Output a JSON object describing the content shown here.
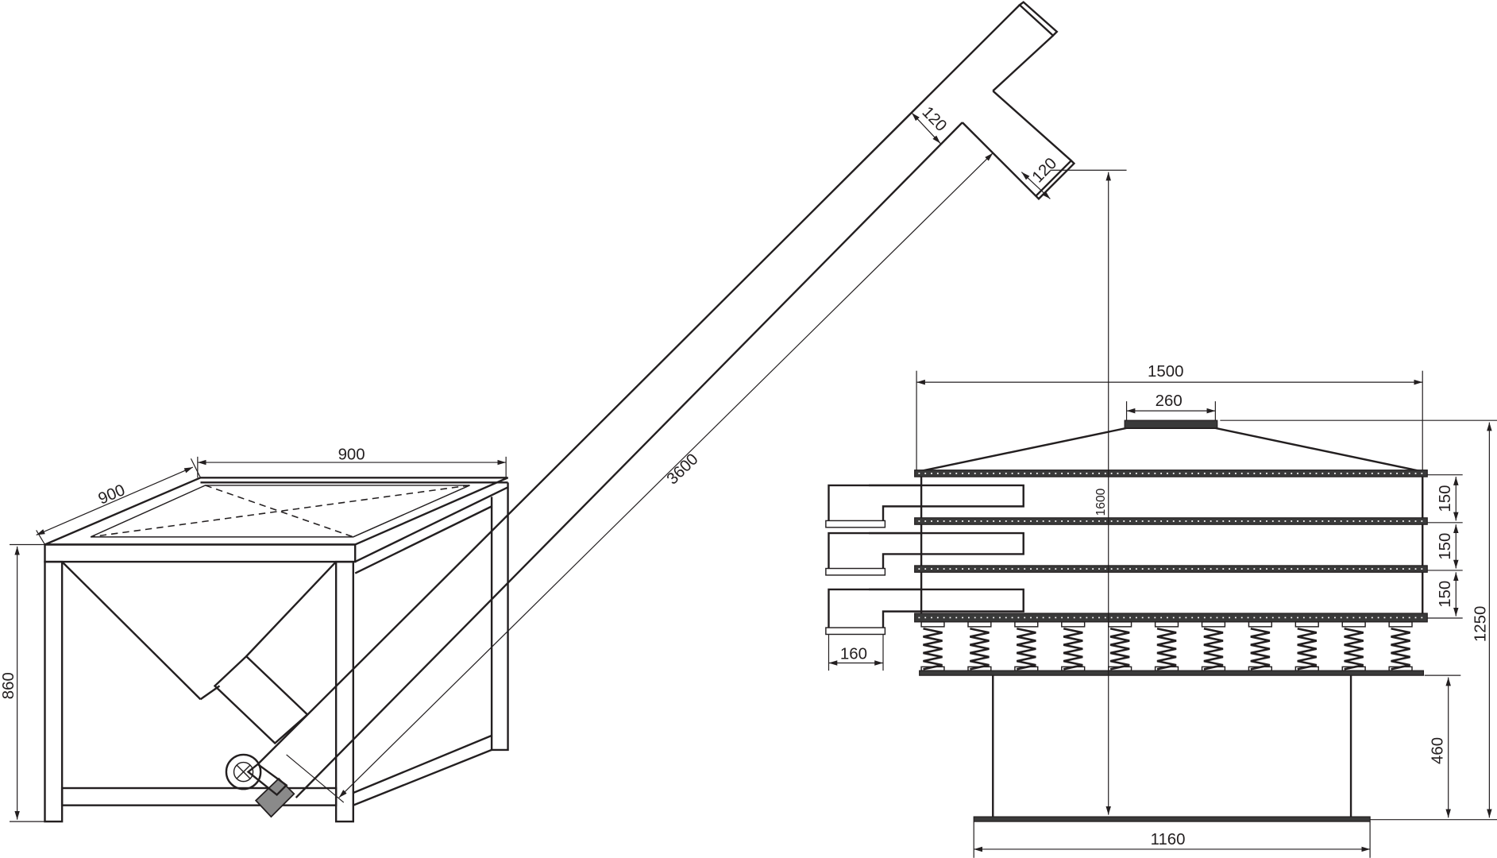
{
  "drawing": {
    "title": "Screw conveyor with hopper feeding vibrating sieve",
    "hopper": {
      "width_label": "900",
      "depth_label": "900",
      "height_label": "860"
    },
    "conveyor": {
      "length_label": "3600",
      "tube_diameter_label": "120",
      "outlet_diameter_label": "120"
    },
    "sieve": {
      "diameter_label": "1500",
      "inlet_label": "260",
      "feed_height_label": "1600",
      "deck_heights": [
        "150",
        "150",
        "150"
      ],
      "total_height_label": "1250",
      "outlet_width_label": "160",
      "stand_height_label": "460",
      "base_width_label": "1160"
    }
  }
}
